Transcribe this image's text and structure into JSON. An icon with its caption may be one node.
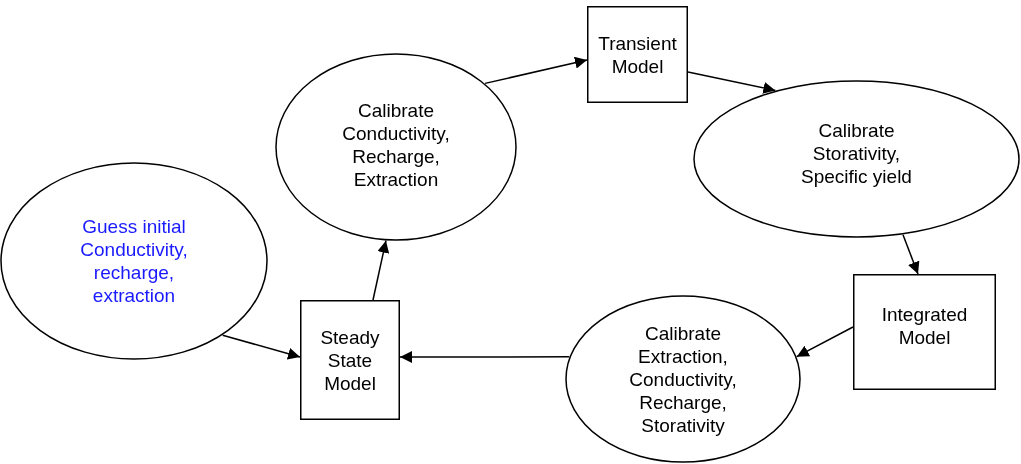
{
  "diagram": {
    "nodes": [
      {
        "text": [
          "Guess initial Conductivity, recharge, extraction"
        ]
      },
      {
        "text": [
          "Steady State Model"
        ]
      },
      {
        "text": [
          "Calibrate Conductivity, Recharge, Extraction"
        ]
      },
      {
        "text": [
          "Transient Model"
        ]
      },
      {
        "text": [
          "Calibrate Storativity, Specific yield"
        ]
      },
      {
        "text": [
          "Integrated Model"
        ]
      },
      {
        "text": [
          "Calibrate Extraction, Conductivity, Recharge, Storativity"
        ]
      }
    ],
    "edges": [
      {
        "from": 0,
        "to": 1,
        "arrow": "to"
      },
      {
        "from": 1,
        "to": 2,
        "arrow": "to"
      },
      {
        "from": 2,
        "to": 3,
        "arrow": "to"
      },
      {
        "from": 3,
        "to": 4,
        "arrow": "to"
      },
      {
        "from": 4,
        "to": 5,
        "arrow": "to"
      },
      {
        "from": 5,
        "to": 6,
        "arrow": "to"
      },
      {
        "from": 6,
        "to": 1,
        "arrow": "to"
      }
    ]
  }
}
